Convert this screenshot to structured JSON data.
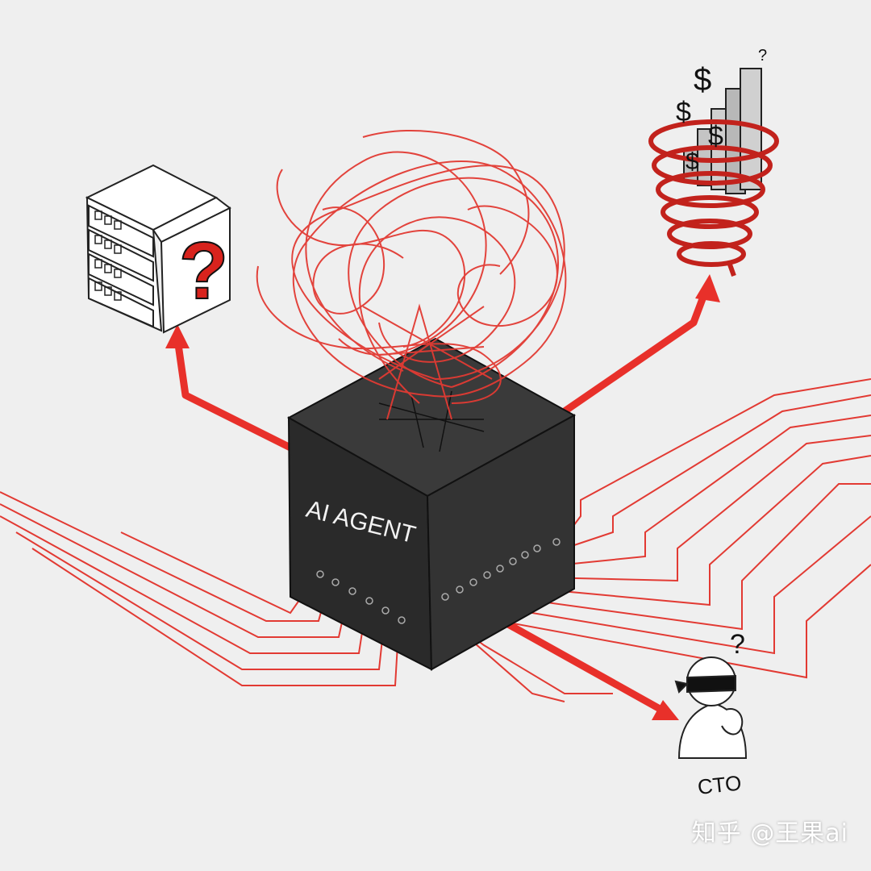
{
  "cube_label": "AI AGENT",
  "server_mark": "?",
  "person_mark": "?",
  "person_label": "CTO",
  "money_marks": [
    "$",
    "$",
    "$",
    "$",
    "?"
  ],
  "watermark": "知乎 @王果ai",
  "colors": {
    "background": "#efefef",
    "accent_red": "#e8302a",
    "cube_dark": "#2e2e2e",
    "line_red": "#e23a33"
  },
  "icons": [
    "server-rack-icon",
    "question-mark-icon",
    "money-spiral-icon",
    "blindfolded-person-icon"
  ]
}
